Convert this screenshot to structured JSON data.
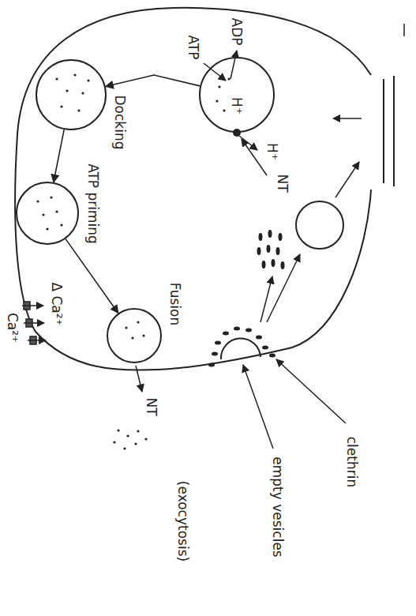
{
  "diagram": {
    "nodes": [
      {
        "text": [
          "H⁺"
        ]
      },
      {
        "text": [
          "Docking"
        ]
      },
      {
        "text": [
          "ATP priming"
        ]
      },
      {
        "text": [
          "Fusion"
        ]
      }
    ],
    "edges": [
      {
        "from": 0,
        "to": 1,
        "arrow": "to"
      },
      {
        "from": 1,
        "to": 2,
        "arrow": "to"
      },
      {
        "from": 2,
        "to": 3,
        "arrow": "to"
      }
    ],
    "labels": [
      "ADP",
      "ATP",
      "H⁺",
      "NT",
      "Δ Ca²⁺",
      "Ca²⁺",
      "NT",
      "(exocytosis)",
      "clethrin",
      "empty vesicles"
    ]
  }
}
